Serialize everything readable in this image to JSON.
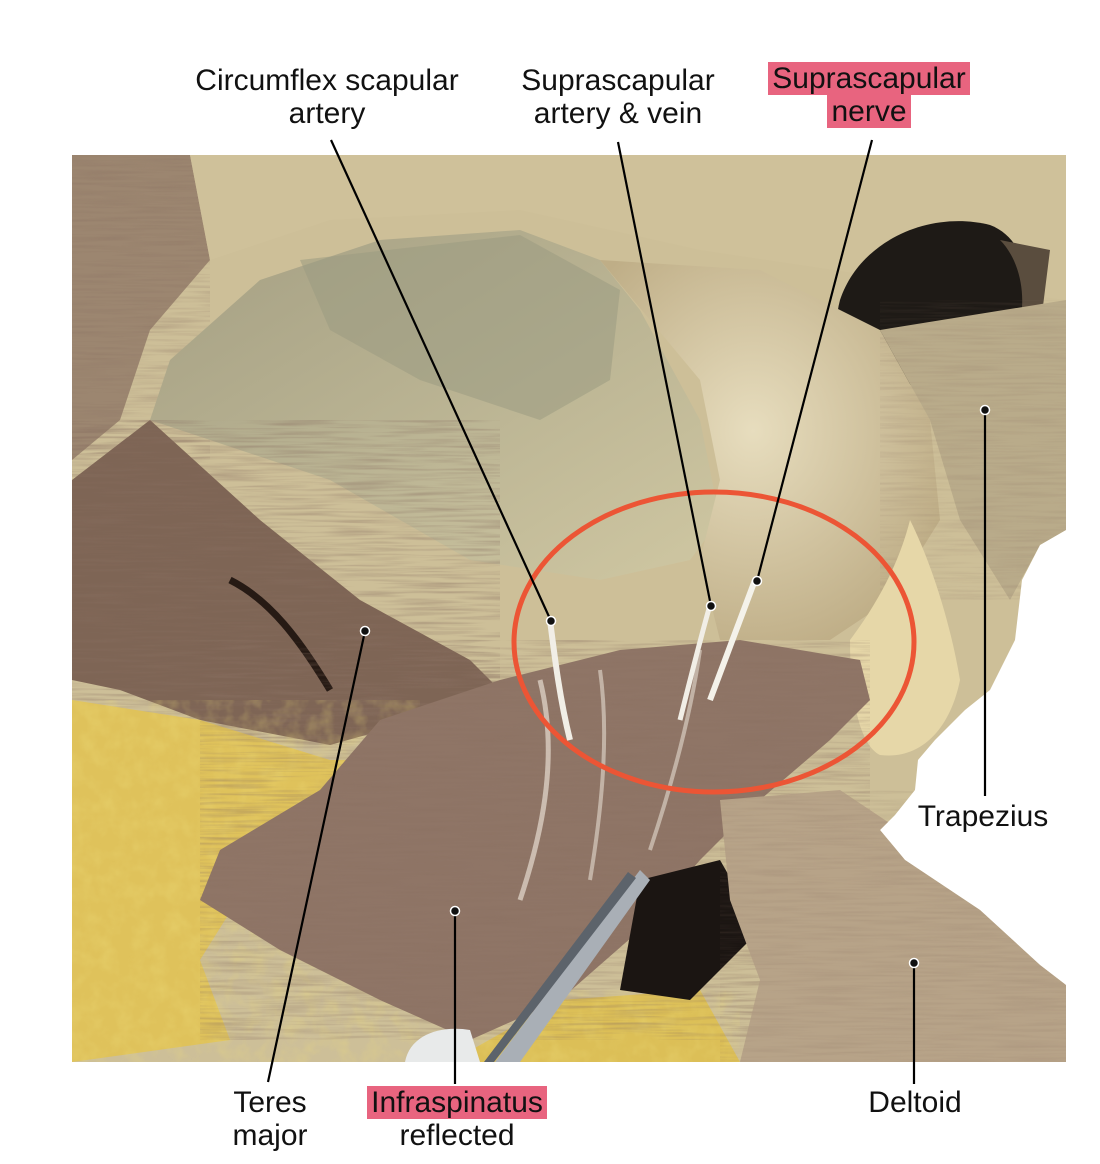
{
  "colors": {
    "highlight": "#e8647f",
    "region_circle": "#ec5535",
    "leader_line": "#000000"
  },
  "labels": {
    "circumflex_scapular_artery": [
      "Circumflex scapular",
      "artery"
    ],
    "suprascapular_artery_vein": [
      "Suprascapular",
      "artery & vein"
    ],
    "suprascapular_nerve": [
      "Suprascapular",
      "nerve"
    ],
    "trapezius": "Trapezius",
    "teres_major": [
      "Teres",
      "major"
    ],
    "infraspinatus_reflected": [
      "Infraspinatus",
      "reflected"
    ],
    "deltoid": "Deltoid"
  },
  "highlighted": [
    "suprascapular_nerve",
    "infraspinatus_reflected"
  ]
}
